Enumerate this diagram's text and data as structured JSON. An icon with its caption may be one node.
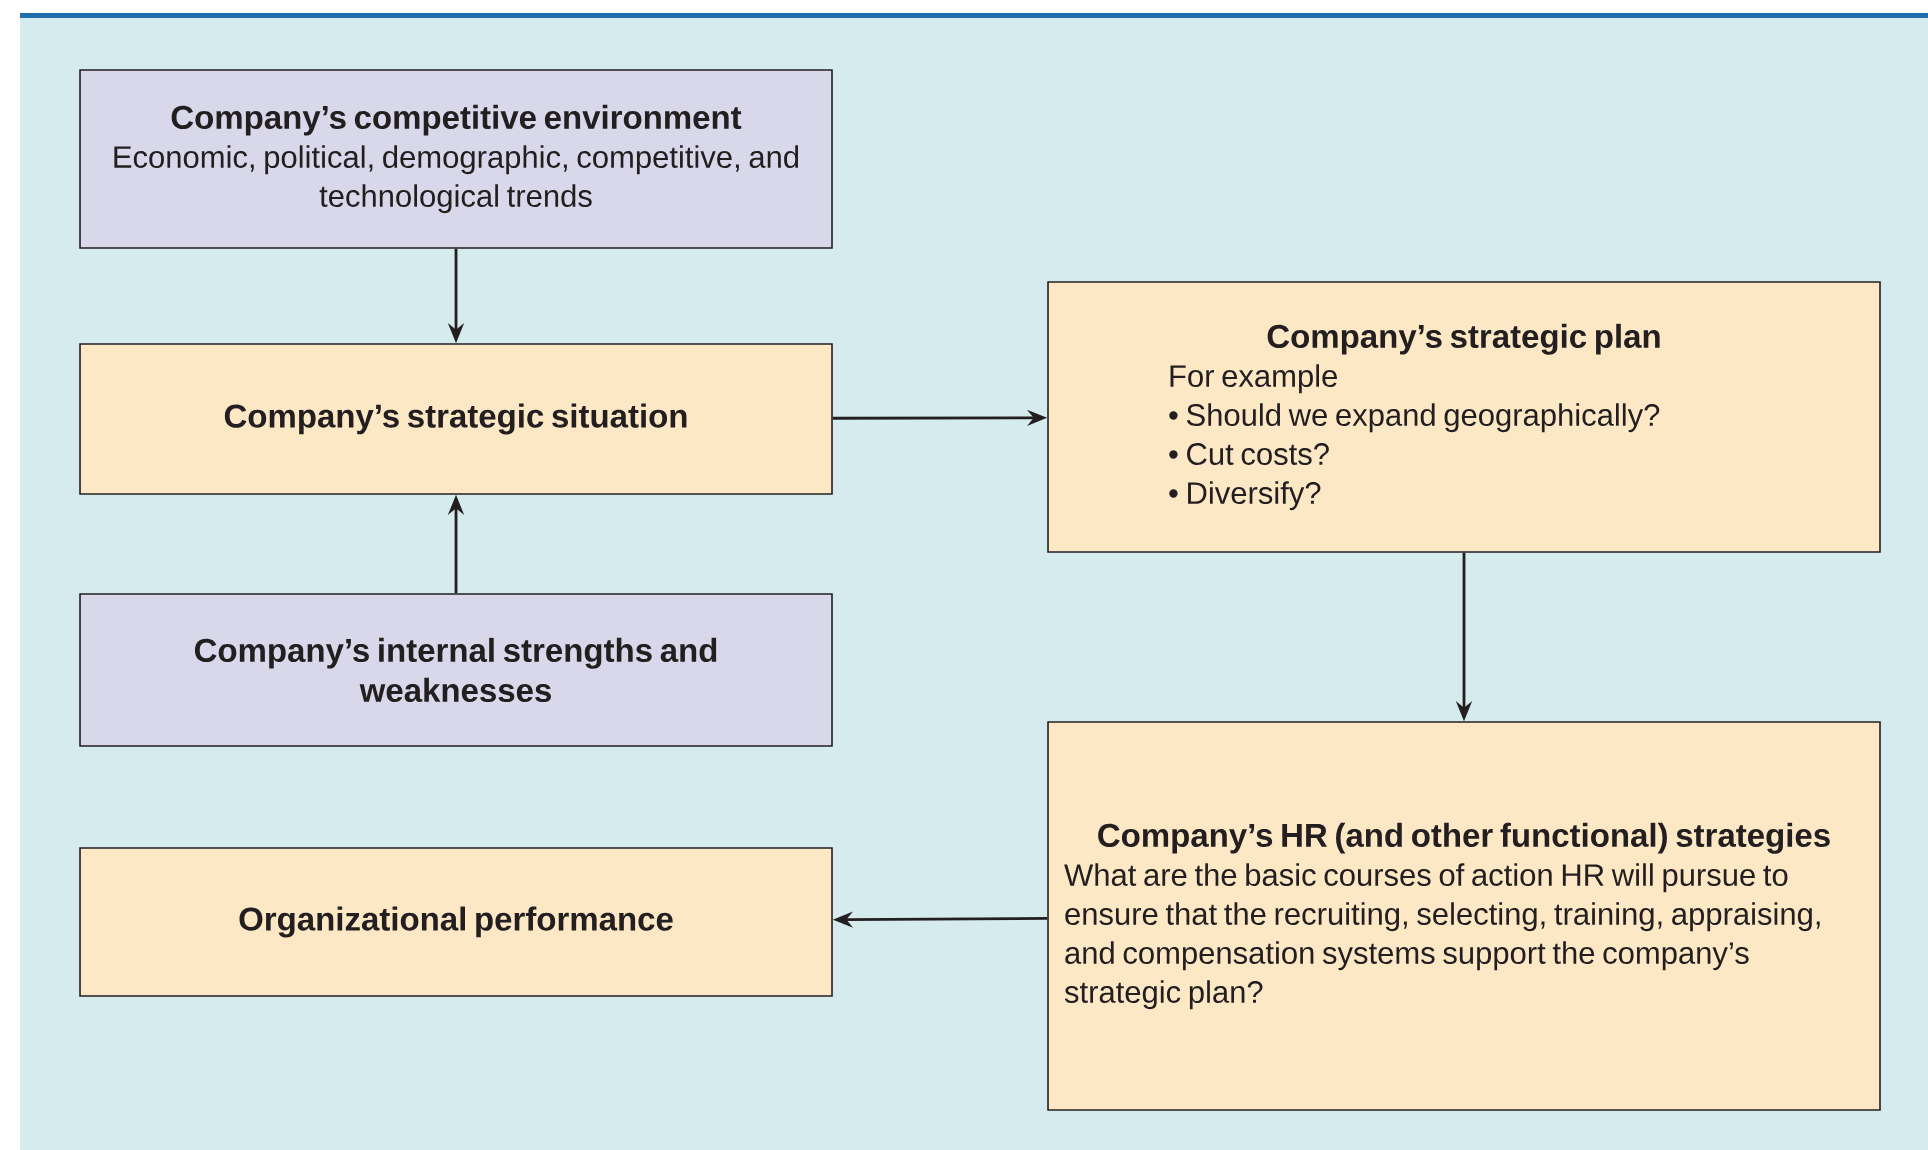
{
  "diagram": {
    "nodes": [
      {
        "text": [
          "Company’s competitive environment",
          "Economic, political, demographic, competitive, and technological trends"
        ]
      },
      {
        "text": [
          "Company’s strategic situation"
        ]
      },
      {
        "text": [
          "Company’s internal strengths and weaknesses"
        ]
      },
      {
        "text": [
          "Company’s strategic plan",
          "For example",
          "• Should we expand geographically?",
          "• Cut costs?",
          "• Diversify?"
        ]
      },
      {
        "text": [
          "Company’s HR (and other functional) strategies",
          "What are the basic courses of action HR will pursue to ensure that the recruiting, selecting, training, appraising, and compensation systems support the company’s strategic plan?"
        ]
      },
      {
        "text": [
          "Organizational performance"
        ]
      }
    ],
    "edges": [
      {
        "from": 0,
        "to": 1,
        "arrow": "to"
      },
      {
        "from": 2,
        "to": 1,
        "arrow": "to"
      },
      {
        "from": 1,
        "to": 3,
        "arrow": "to"
      },
      {
        "from": 3,
        "to": 4,
        "arrow": "to"
      },
      {
        "from": 4,
        "to": 5,
        "arrow": "to"
      }
    ]
  }
}
